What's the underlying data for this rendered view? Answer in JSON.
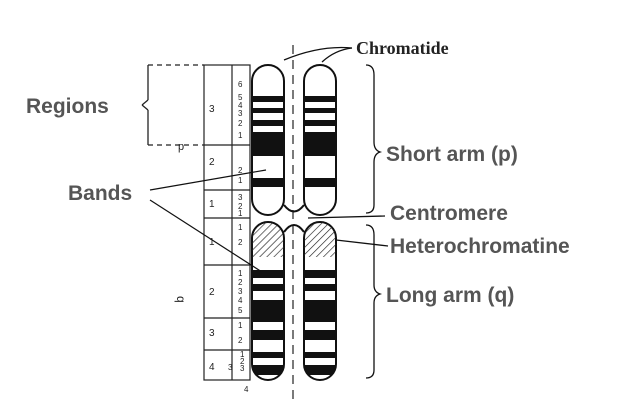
{
  "labels": {
    "chromatide": "Chromatide",
    "regions": "Regions",
    "bands": "Bands",
    "short_arm": "Short arm (p)",
    "centromere": "Centromere",
    "heterochromatine": "Heterochromatine",
    "long_arm": "Long arm (q)"
  },
  "ideogram": {
    "p_marker": "p",
    "q_marker": "q",
    "p_regions": [
      "3",
      "2",
      "1"
    ],
    "q_regions": [
      "1",
      "2",
      "3",
      "4"
    ],
    "p3_bands": [
      "6",
      "5",
      "4",
      "3",
      "2",
      "1"
    ],
    "p2_bands": [
      "2",
      "1"
    ],
    "p1_bands": [
      "3",
      "2",
      "1"
    ],
    "q1_bands": [
      "1",
      "2"
    ],
    "q2_bands": [
      "1",
      "2",
      "3",
      "4",
      "5"
    ],
    "q3_bands": [
      "1",
      "2"
    ],
    "q4_bands": [
      "3",
      "4"
    ],
    "q4_sub": [
      "1",
      "2",
      "3"
    ]
  },
  "colors": {
    "label": "#555555",
    "ink": "#111111"
  }
}
